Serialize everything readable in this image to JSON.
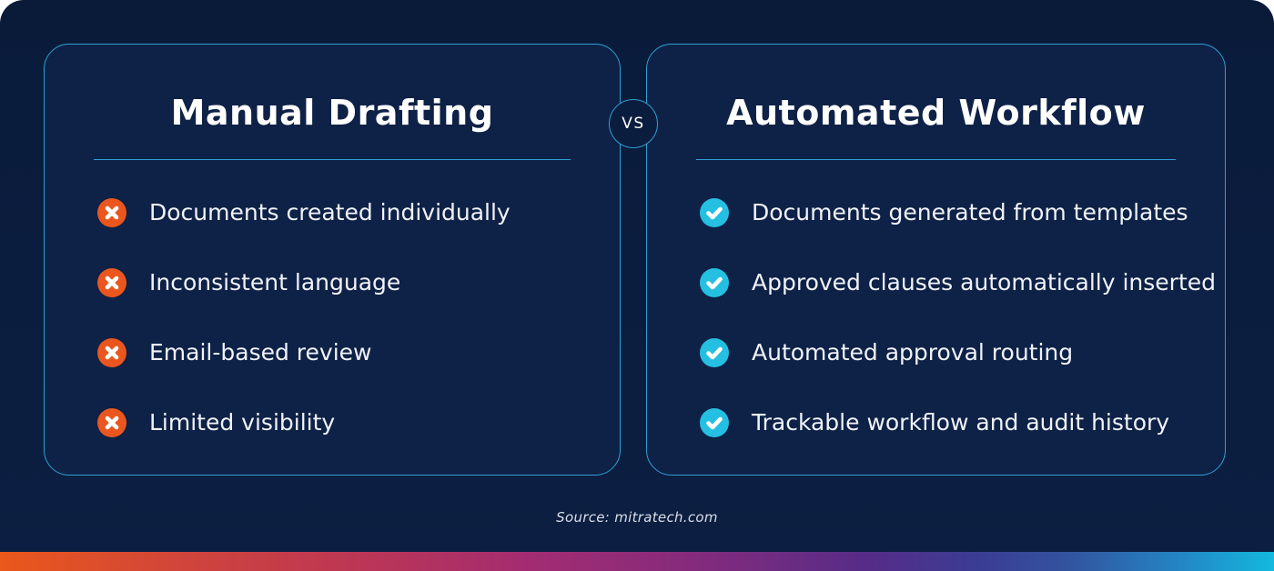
{
  "vs_badge": {
    "label": "VS"
  },
  "panels": [
    {
      "title": "Manual Drafting",
      "icon": "cross-icon",
      "items": [
        "Documents created individually",
        "Inconsistent language",
        "Email-based review",
        "Limited visibility"
      ]
    },
    {
      "title": "Automated Workflow",
      "icon": "check-icon",
      "items": [
        "Documents generated from templates",
        "Approved clauses automatically inserted",
        "Automated approval routing",
        "Trackable workflow and audit history"
      ]
    }
  ],
  "source": {
    "text": "Source: mitratech.com"
  },
  "colors": {
    "card_background": "#0A1B3A",
    "panel_background": "#0E2146",
    "panel_border": "#2F9FD3",
    "cross_icon_background": "#EA561E",
    "check_icon_background": "#25BFE2",
    "title_text": "#FFFFFF",
    "item_text": "#F0F3F9",
    "gradient_bar": [
      "#EA581B",
      "#BC3655",
      "#A22C72",
      "#562C87",
      "#3A3D94",
      "#2388C6",
      "#13B9DF"
    ]
  }
}
